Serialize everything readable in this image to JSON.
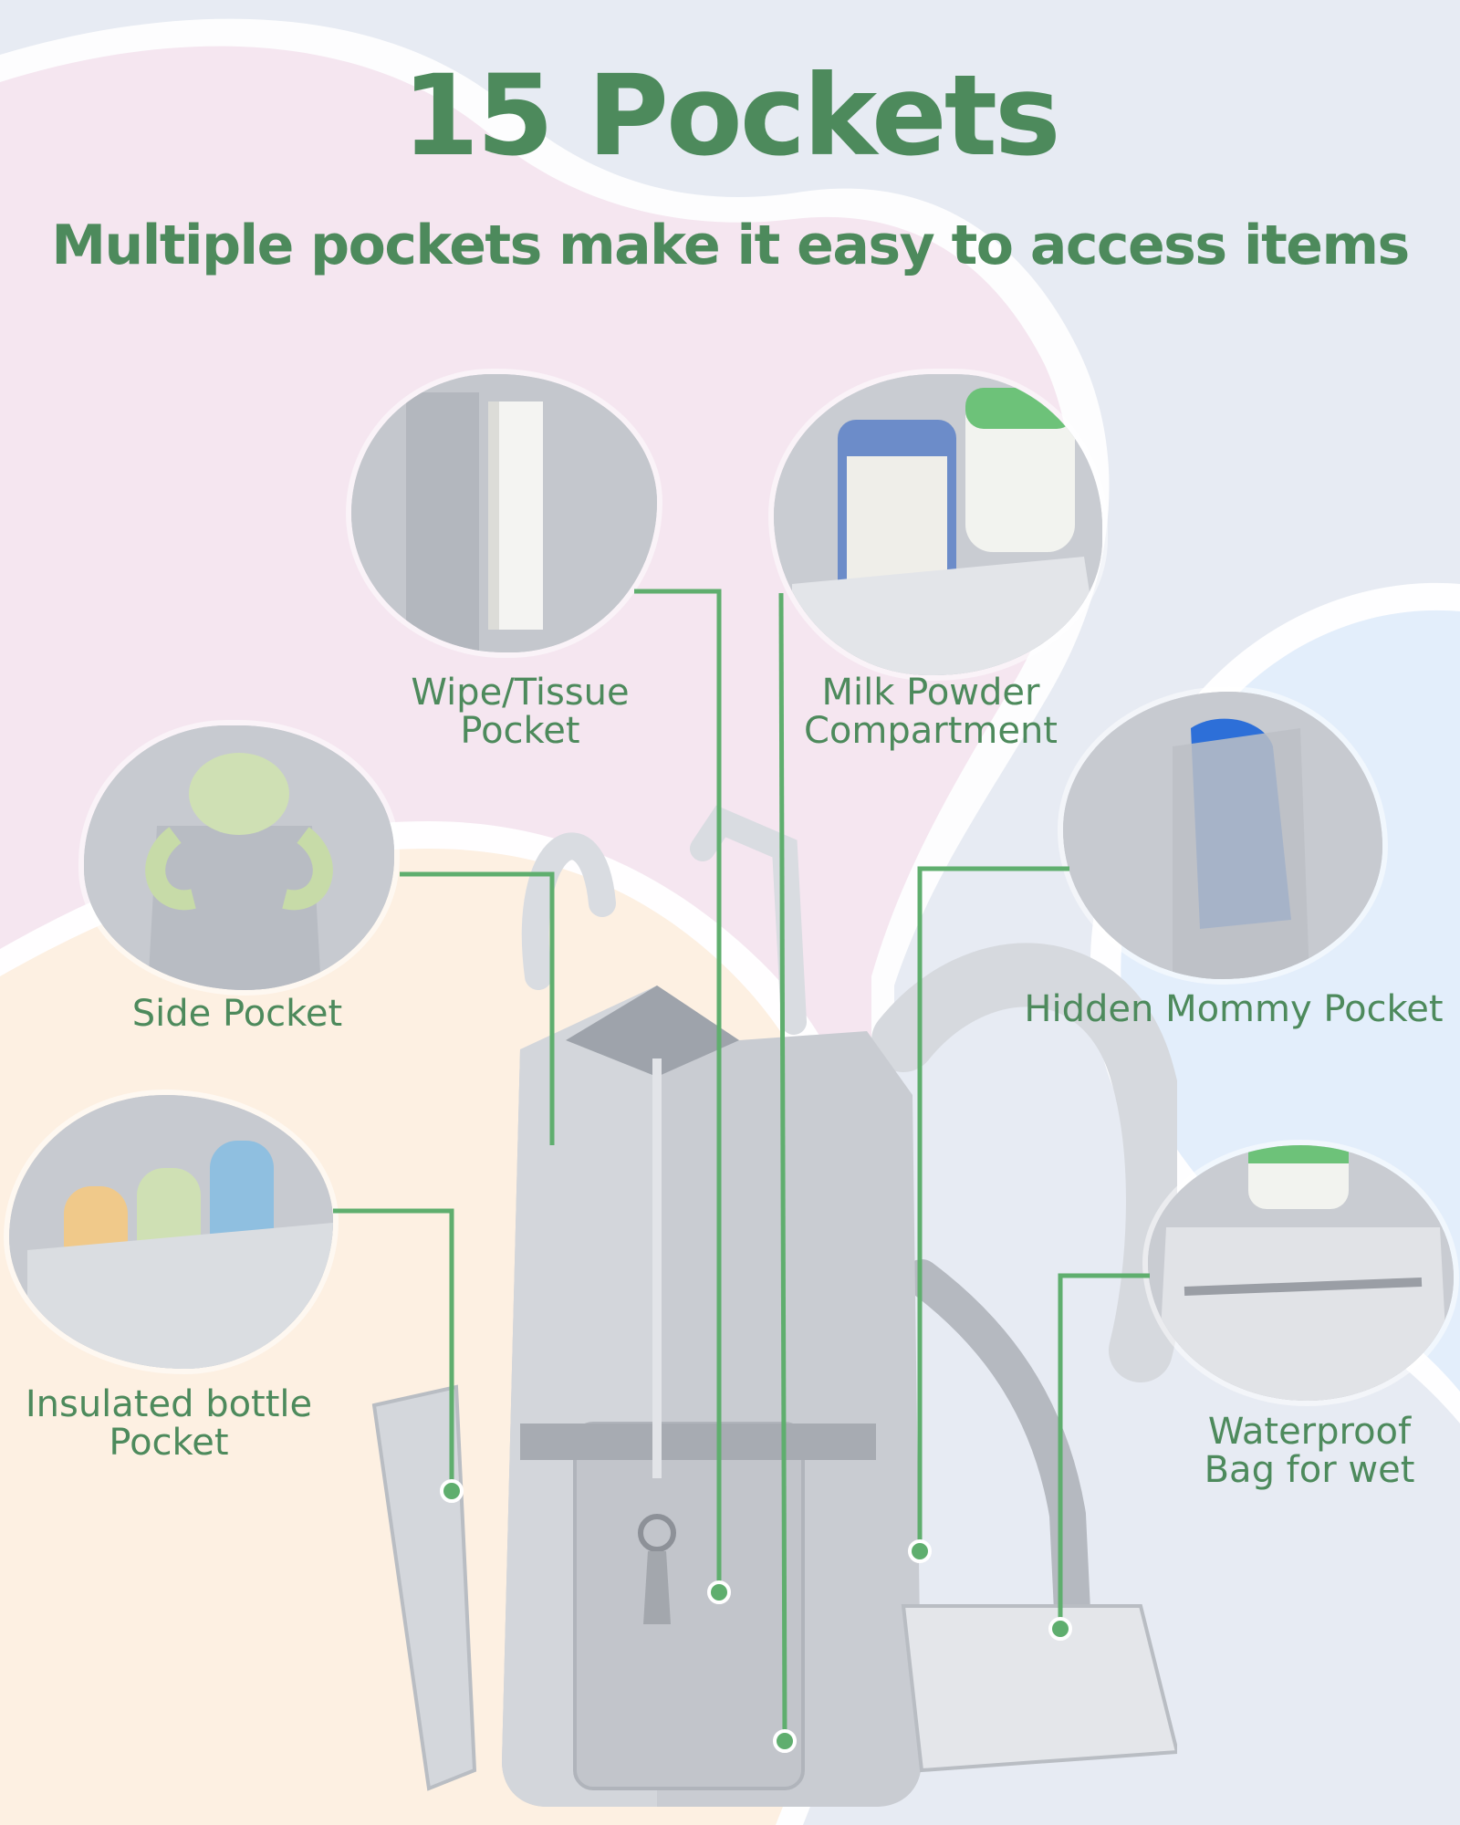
{
  "header": {
    "title": "15 Pockets",
    "subtitle": "Multiple pockets make it easy to access items"
  },
  "labels": {
    "wipe": [
      "Wipe/Tissue",
      "Pocket"
    ],
    "milk": [
      "Milk Powder",
      "Compartment"
    ],
    "side": [
      "Side Pocket"
    ],
    "hidden": [
      "Hidden Mommy Pocket"
    ],
    "bottle": [
      "Insulated bottle",
      "Pocket"
    ],
    "waterproof": [
      "Waterproof",
      "Bag for wet"
    ]
  },
  "colors": {
    "accent": "#4d8a5c",
    "line": "#5fae6e",
    "blob_pink": "#f5e6f0",
    "blob_peach": "#fdf0e2",
    "blob_blue": "#e3eefb",
    "bag_gray": "#c9ccd2"
  }
}
